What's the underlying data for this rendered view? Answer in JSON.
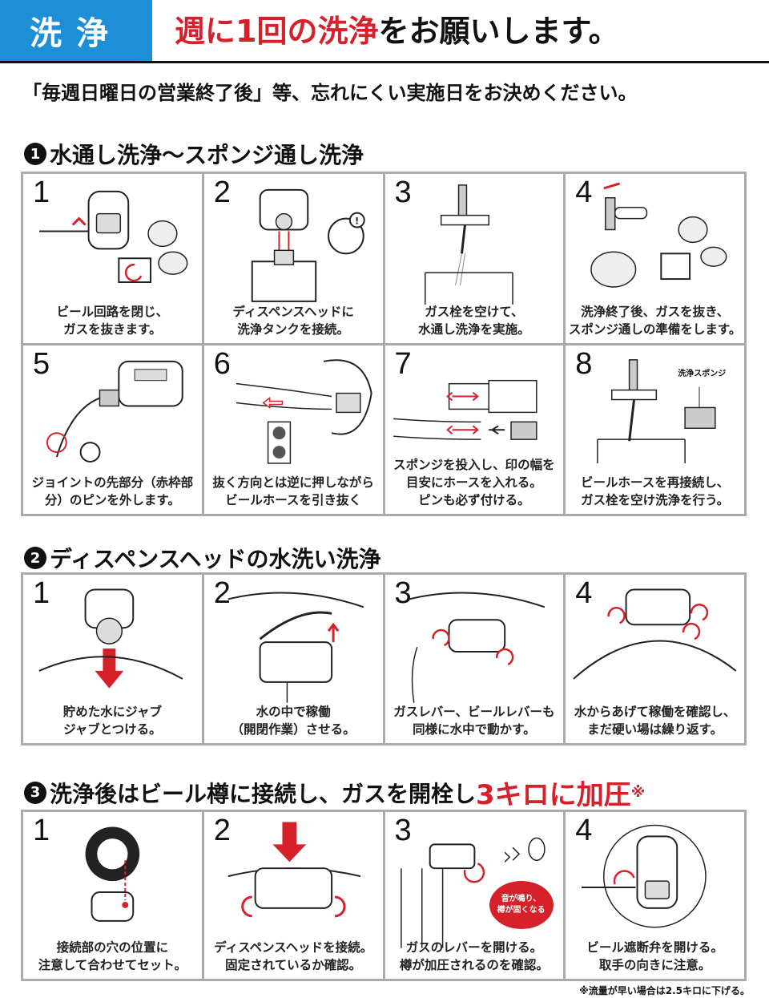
{
  "header": {
    "tab_label": "洗浄",
    "title_red": "週に1回の洗浄",
    "title_black": "をお願いします。"
  },
  "subtitle": "「毎週日曜日の営業終了後」等、忘れにくい実施日をお決めください。",
  "sections": [
    {
      "number": "1",
      "title": "水通し洗浄～スポンジ通し洗浄",
      "steps": [
        {
          "num": "1",
          "caption": [
            "ビール回路を閉じ、",
            "ガスを抜きます。"
          ]
        },
        {
          "num": "2",
          "caption": [
            "ディスペンスヘッドに",
            "洗浄タンクを接続。"
          ]
        },
        {
          "num": "3",
          "caption": [
            "ガス栓を空けて、",
            "水通し洗浄を実施。"
          ]
        },
        {
          "num": "4",
          "caption": [
            "洗浄終了後、ガスを抜き、",
            "スポンジ通しの準備をします。"
          ]
        },
        {
          "num": "5",
          "caption": [
            "ジョイントの先部分（赤枠部",
            "分）のピンを外します。"
          ]
        },
        {
          "num": "6",
          "caption": [
            "抜く方向とは逆に押しながら",
            "ビールホースを引き抜く"
          ]
        },
        {
          "num": "7",
          "caption": [
            "スポンジを投入し、印の幅を",
            "目安にホースを入れる。",
            "ピンも必ず付ける。"
          ]
        },
        {
          "num": "8",
          "caption": [
            "ビールホースを再接続し、",
            "ガス栓を空け洗浄を行う。"
          ],
          "label": "洗浄スポンジ"
        }
      ]
    },
    {
      "number": "2",
      "title": "ディスペンスヘッドの水洗い洗浄",
      "steps": [
        {
          "num": "1",
          "caption": [
            "貯めた水にジャブ",
            "ジャブとつける。"
          ]
        },
        {
          "num": "2",
          "caption": [
            "水の中で稼働",
            "（開閉作業）させる。"
          ]
        },
        {
          "num": "3",
          "caption": [
            "ガスレバー、ビールレバーも",
            "同様に水中で動かす。"
          ]
        },
        {
          "num": "4",
          "caption": [
            "水からあげて稼働を確認し、",
            "まだ硬い場は繰り返す。"
          ]
        }
      ]
    },
    {
      "number": "3",
      "title": "洗浄後はビール樽に接続し、ガスを開栓し",
      "title_red": "3キロに加圧",
      "title_mark": "※",
      "steps": [
        {
          "num": "1",
          "caption": [
            "接続部の穴の位置に",
            "注意して合わせてセット。"
          ]
        },
        {
          "num": "2",
          "caption": [
            "ディスペンスヘッドを接続。",
            "固定されているか確認。"
          ]
        },
        {
          "num": "3",
          "caption": [
            "ガスのレバーを開ける。",
            "樽が加圧されるのを確認。"
          ],
          "badge": [
            "音が鳴り、",
            "樽が固くなる"
          ]
        },
        {
          "num": "4",
          "caption": [
            "ビール遮断弁を開ける。",
            "取手の向きに注意。"
          ]
        }
      ]
    }
  ],
  "footnote": "※流量が早い場合は2.5キロに下げる。",
  "colors": {
    "accent_blue": "#1e8fd6",
    "accent_red": "#d6202a",
    "grid_border": "#aaaaaa"
  }
}
